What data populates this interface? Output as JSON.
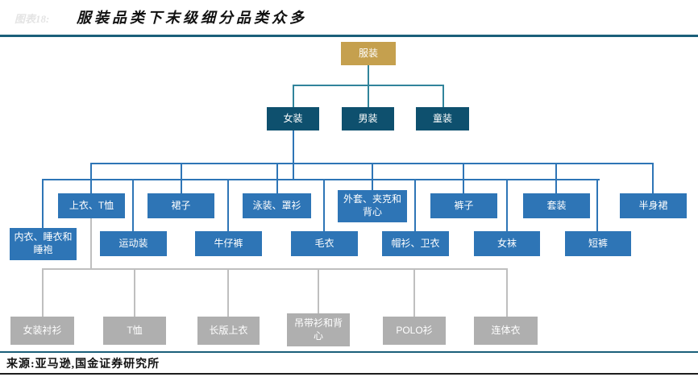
{
  "header": {
    "figure_label": "图表18:",
    "title": "服装品类下末级细分品类众多"
  },
  "footer": {
    "source": "来源:亚马逊,国金证券研究所"
  },
  "colors": {
    "root_box": "#c5a04e",
    "level2_box": "#0e506e",
    "level3_box": "#2e75b6",
    "level4_box": "#afafaf",
    "connector_teal": "#31849b",
    "connector_blue": "#2e75b6",
    "connector_gray": "#bfbfbf",
    "rule_teal": "#1a5f7a",
    "rule_black": "#1c1c1c"
  },
  "tree": {
    "root": "服装",
    "level2": [
      "女装",
      "男装",
      "童装"
    ],
    "level3_row1": [
      "上衣、T恤",
      "裙子",
      "泳装、罩衫",
      "外套、夹克和背心",
      "裤子",
      "套装",
      "半身裙"
    ],
    "level3_row2": [
      "内衣、睡衣和睡袍",
      "运动装",
      "牛仔裤",
      "毛衣",
      "帽衫、卫衣",
      "女袜",
      "短裤"
    ],
    "level4": [
      "女装衬衫",
      "T恤",
      "长版上衣",
      "吊带衫和背心",
      "POLO衫",
      "连体衣"
    ]
  }
}
